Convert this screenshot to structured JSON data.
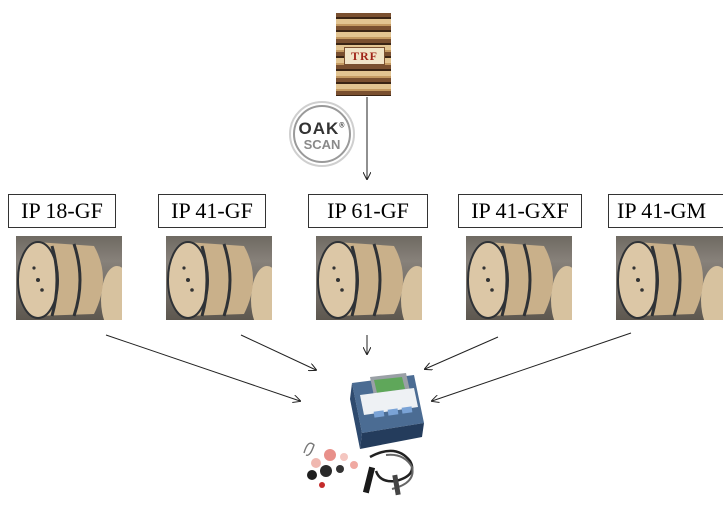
{
  "logos": {
    "top": {
      "text": "TRF"
    },
    "scanner": {
      "brand": "OAK",
      "product": "SCAN",
      "mark": "®"
    }
  },
  "barrels": [
    {
      "label": "IP 18-GF"
    },
    {
      "label": "IP 41-GF"
    },
    {
      "label": "IP 61-GF"
    },
    {
      "label": "IP 41-GXF"
    },
    {
      "label": "IP 41-GM"
    }
  ],
  "colors": {
    "wood_light": "#d9c3a2",
    "wood_dark": "#b8a181",
    "hoop": "#2f3236",
    "device_body": "#2e4a6e",
    "arrow": "#222222"
  }
}
